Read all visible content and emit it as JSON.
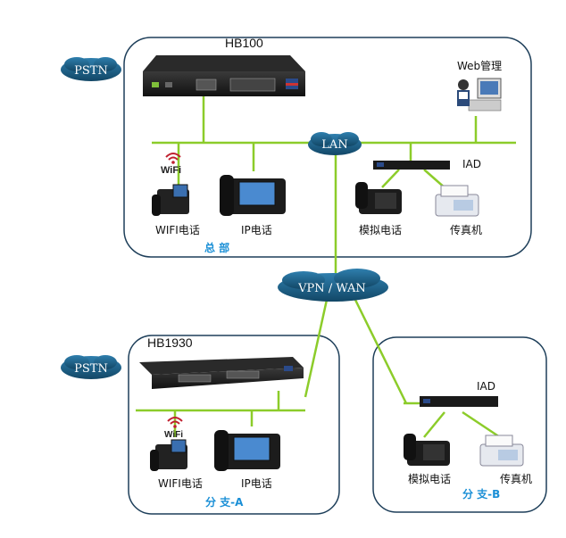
{
  "sites": {
    "hq": {
      "device": "HB100",
      "caption": "总 部"
    },
    "branch_a": {
      "device": "HB1930",
      "caption": "分 支-A"
    },
    "branch_b": {
      "caption": "分 支-B"
    }
  },
  "clouds": {
    "pstn_hq": "PSTN",
    "pstn_a": "PSTN",
    "lan": "LAN",
    "vpn": "VPN / WAN"
  },
  "devices": {
    "web_admin": "Web管理",
    "iad_hq": "IAD",
    "iad_b": "IAD",
    "wifi_logo_hq": "WiFi",
    "wifi_logo_a": "WiFi"
  },
  "phones": {
    "hq_wifi": "WIFI电话",
    "hq_ip": "IP电话",
    "hq_analog": "模拟电话",
    "hq_fax": "传真机",
    "a_wifi": "WIFI电话",
    "a_ip": "IP电话",
    "b_analog": "模拟电话",
    "b_fax": "传真机"
  },
  "colors": {
    "line": "#8ccc2a",
    "border": "#1e3f5a",
    "cloud": "#1c5f86",
    "caption": "#1a8fd6"
  }
}
